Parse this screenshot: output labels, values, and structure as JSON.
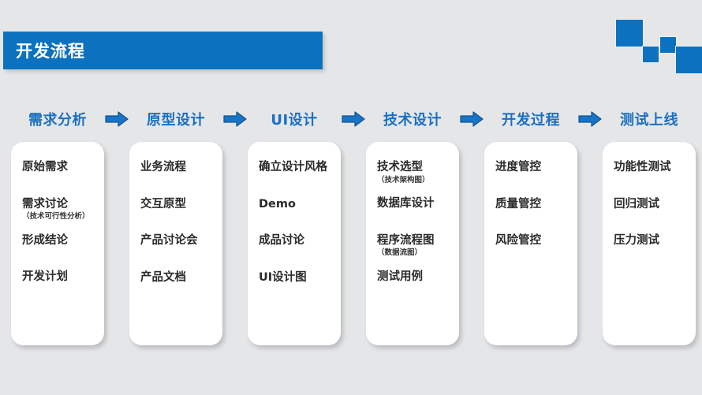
{
  "theme": {
    "background": "#e5e6e8",
    "brand_blue": "#0c72bf",
    "header_blue": "#1b70c0",
    "card_bg": "#ffffff",
    "text_dark": "#2a2a2a"
  },
  "banner": {
    "title": "开发流程"
  },
  "decor": {
    "squares": [
      "square-1",
      "square-2",
      "square-3",
      "square-4"
    ]
  },
  "flow": {
    "arrow_icon": "arrow-right-icon",
    "stages": [
      {
        "header": "需求分析",
        "items": [
          {
            "label": "原始需求",
            "sub": ""
          },
          {
            "label": "需求讨论",
            "sub": "（技术可行性分析）"
          },
          {
            "label": "形成结论",
            "sub": ""
          },
          {
            "label": "开发计划",
            "sub": ""
          }
        ]
      },
      {
        "header": "原型设计",
        "items": [
          {
            "label": "业务流程",
            "sub": ""
          },
          {
            "label": "交互原型",
            "sub": ""
          },
          {
            "label": "产品讨论会",
            "sub": ""
          },
          {
            "label": "产品文档",
            "sub": ""
          }
        ]
      },
      {
        "header": "UI设计",
        "items": [
          {
            "label": "确立设计风格",
            "sub": ""
          },
          {
            "label": "Demo",
            "sub": ""
          },
          {
            "label": "成品讨论",
            "sub": ""
          },
          {
            "label": "UI设计图",
            "sub": ""
          }
        ]
      },
      {
        "header": "技术设计",
        "items": [
          {
            "label": "技术选型",
            "sub": "（技术架构图）"
          },
          {
            "label": "数据库设计",
            "sub": ""
          },
          {
            "label": "程序流程图",
            "sub": "（数据流图）"
          },
          {
            "label": "测试用例",
            "sub": ""
          }
        ]
      },
      {
        "header": "开发过程",
        "items": [
          {
            "label": "进度管控",
            "sub": ""
          },
          {
            "label": "质量管控",
            "sub": ""
          },
          {
            "label": "风险管控",
            "sub": ""
          }
        ]
      },
      {
        "header": "测试上线",
        "items": [
          {
            "label": "功能性测试",
            "sub": ""
          },
          {
            "label": "回归测试",
            "sub": ""
          },
          {
            "label": "压力测试",
            "sub": ""
          }
        ]
      }
    ]
  }
}
